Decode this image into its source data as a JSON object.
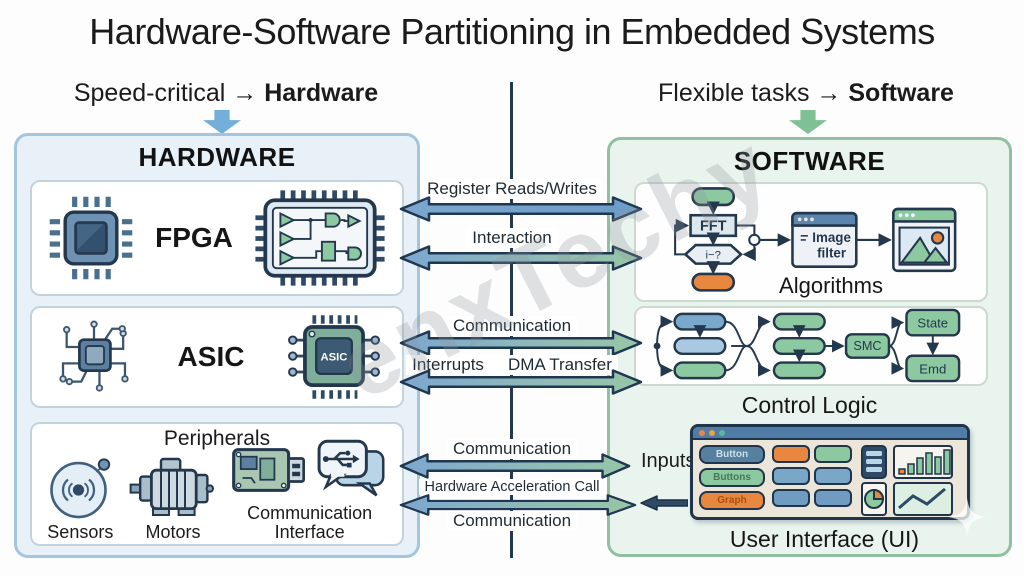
{
  "title": "Hardware-Software Partitioning in Embedded Systems",
  "headers": {
    "left": {
      "text": "Speed-critical",
      "arrow": "→",
      "target": "Hardware"
    },
    "right": {
      "text": "Flexible tasks",
      "arrow": "→",
      "target": "Software"
    }
  },
  "hw": {
    "title": "HARDWARE",
    "fpga_label": "FPGA",
    "asic_label": "ASIC",
    "asic_chip_text": "ASIC",
    "peripherals_title": "Peripherals",
    "sensors_label": "Sensors",
    "motors_label": "Motors",
    "comm_line1": "Communication",
    "comm_line2": "Interface"
  },
  "sw": {
    "title": "SOFTWARE",
    "algorithms": {
      "label": "Algorithms",
      "fft": "FFT",
      "cond": "i−?",
      "filter1": "Image",
      "filter2": "filter"
    },
    "control": {
      "label": "Control Logic",
      "smc": "SMC",
      "state": "State",
      "emd": "Emd"
    },
    "ui": {
      "label": "User Interface (UI)",
      "btn1": "Button",
      "btn2": "Buttons",
      "btn3": "Graph"
    }
  },
  "bus": {
    "a1": "Register Reads/Writes",
    "a2": "Interaction",
    "a3": "Communication",
    "a4a": "Interrupts",
    "a4b": "DMA Transfer",
    "a5": "Communication",
    "inputs": "Inputs",
    "a6": "Hardware Acceleration Call",
    "a7": "Communication"
  },
  "watermark": "enxTechy",
  "colors": {
    "hw_panel_bg": "#e9f1f8",
    "hw_panel_border": "#a3c6de",
    "sw_panel_bg": "#eaf4ee",
    "sw_panel_border": "#90bfa2",
    "arrow_blue": "#7ca7cf",
    "arrow_green": "#97c6a5",
    "outline": "#24384d",
    "accent_orange": "#e8873f",
    "accent_green": "#8cc9a0",
    "accent_blue": "#6f9cc0"
  }
}
